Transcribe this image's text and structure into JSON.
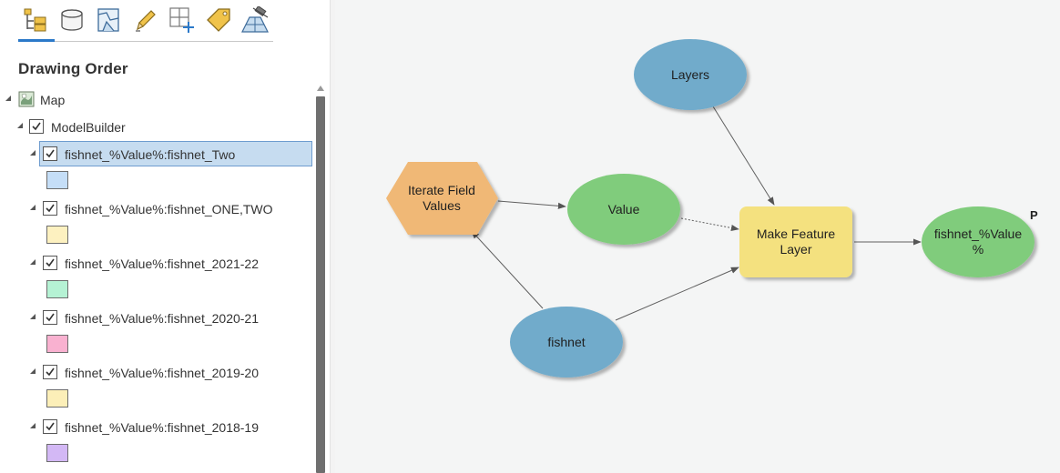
{
  "toolbar": {
    "buttons": [
      {
        "name": "list-by-drawing-order-icon",
        "active": true
      },
      {
        "name": "list-by-data-source-icon"
      },
      {
        "name": "list-by-selection-icon"
      },
      {
        "name": "list-by-editing-icon"
      },
      {
        "name": "list-by-snapping-icon"
      },
      {
        "name": "list-by-labeling-icon"
      },
      {
        "name": "list-by-perspective-imagery-icon"
      }
    ]
  },
  "pane": {
    "title": "Drawing Order",
    "map_label": "Map",
    "group_label": "ModelBuilder",
    "layers": [
      {
        "label": "fishnet_%Value%:fishnet_Two",
        "checked": true,
        "swatch": "#c5def7",
        "selected": true
      },
      {
        "label": "fishnet_%Value%:fishnet_ONE,TWO",
        "checked": true,
        "swatch": "#fdf1c0"
      },
      {
        "label": "fishnet_%Value%:fishnet_2021-22",
        "checked": true,
        "swatch": "#b5f2d4"
      },
      {
        "label": "fishnet_%Value%:fishnet_2020-21",
        "checked": true,
        "swatch": "#f9b1d0"
      },
      {
        "label": "fishnet_%Value%:fishnet_2019-20",
        "checked": true,
        "swatch": "#fcefb8"
      },
      {
        "label": "fishnet_%Value%:fishnet_2018-19",
        "checked": true,
        "swatch": "#d3b8f5"
      }
    ]
  },
  "model": {
    "nodes": {
      "layers": {
        "label": "Layers",
        "color": "#71abcb"
      },
      "iterate": {
        "label_lines": [
          "Iterate Field",
          "Values"
        ],
        "color": "#f0b876"
      },
      "value": {
        "label": "Value",
        "color": "#80cc7c"
      },
      "make_feature": {
        "label_lines": [
          "Make Feature",
          "Layer"
        ],
        "color": "#f4e17f"
      },
      "output": {
        "label_lines": [
          "fishnet_%Value",
          "%"
        ],
        "color": "#80cc7c",
        "badge": "P"
      },
      "fishnet": {
        "label": "fishnet",
        "color": "#71abcb"
      }
    }
  }
}
